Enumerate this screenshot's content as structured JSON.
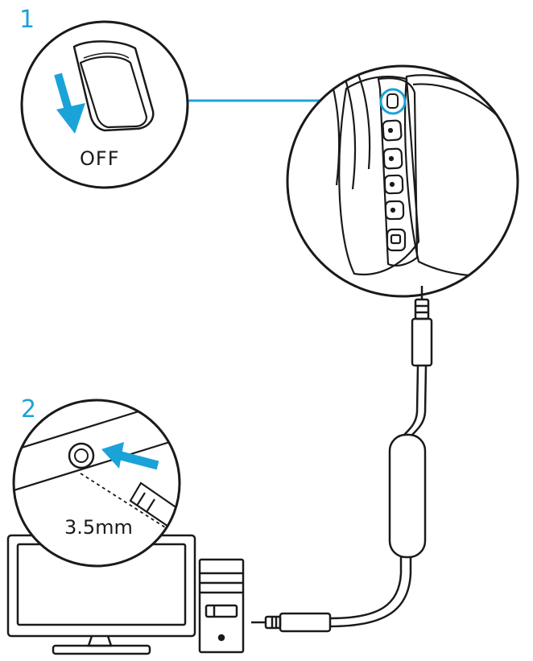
{
  "steps": [
    {
      "number": "1",
      "label": "OFF"
    },
    {
      "number": "2",
      "label": "3.5mm"
    }
  ],
  "colors": {
    "accent": "#1aa3d9",
    "line": "#1a1a1a",
    "background": "#ffffff"
  }
}
